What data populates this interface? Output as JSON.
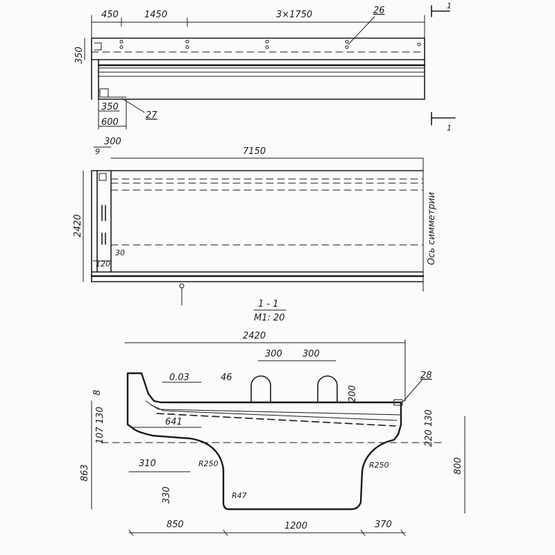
{
  "top_view": {
    "dims": [
      "450",
      "1450",
      "3×1750"
    ],
    "callout": "26",
    "section_mark": "1",
    "height_dim": "350",
    "bottom_dims": [
      "350",
      "600"
    ],
    "callout_27": "27",
    "section_mark_b": "1"
  },
  "plan_view": {
    "dim_top_small": "300",
    "dim_top_small_b": "9",
    "length": "7150",
    "width": "2420",
    "dim_30": "30",
    "dim_120": "120",
    "axis_label": "Ось симметрии"
  },
  "section": {
    "title": "1 - 1",
    "scale": "М1: 20",
    "width_total": "2420",
    "dims_300": [
      "300",
      "300"
    ],
    "slope": "0.03",
    "dim_46": "46",
    "dim_200": "200",
    "callout_28": "28",
    "left_mark": "8",
    "dim_641": "641",
    "left_dims": "107 130",
    "right_dims": "220 130",
    "height_863": "863",
    "height_800": "800",
    "dim_310": "310",
    "radius_left": "R250",
    "radius_right": "R250",
    "dim_330": "330",
    "radius_47": "R47",
    "bottom_dims": [
      "850",
      "1200",
      "370"
    ]
  }
}
